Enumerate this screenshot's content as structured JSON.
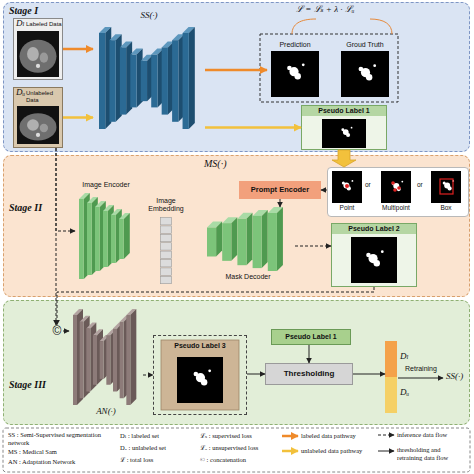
{
  "diagram": {
    "nodes": [
      {
        "text": [
          "Stage I"
        ]
      },
      {
        "text": [
          "Dₗ",
          "Labeled Data"
        ],
        "in": 0
      },
      {
        "text": [
          "Dᵤ",
          "Unlabeled Data"
        ],
        "in": 0
      },
      {
        "text": [
          "SS(·)"
        ],
        "in": 0
      },
      {
        "text": [
          "Prediction"
        ],
        "in": 0
      },
      {
        "text": [
          "Groud Truth"
        ],
        "in": 0
      },
      {
        "text": [
          "Pseudo Label 1"
        ],
        "in": 0
      },
      {
        "text": [
          "Stage II",
          "MS(·)"
        ]
      },
      {
        "text": [
          "Image Encoder"
        ],
        "in": 7
      },
      {
        "text": [
          "Image Embedding"
        ],
        "in": 7
      },
      {
        "text": [
          "Prompt Encoder"
        ],
        "in": 7
      },
      {
        "text": [
          "Mask Decoder"
        ],
        "in": 7
      },
      {
        "text": [
          "Point",
          "or",
          "Multipoint",
          "or",
          "Box"
        ],
        "in": 7
      },
      {
        "text": [
          "Pseudo Label 2"
        ],
        "in": 7
      },
      {
        "text": [
          "Stage III"
        ]
      },
      {
        "text": [
          "©"
        ],
        "in": 14
      },
      {
        "text": [
          "AN(·)"
        ],
        "in": 14
      },
      {
        "text": [
          "Pseudo Label 3"
        ],
        "in": 14
      },
      {
        "text": [
          "Pseudo Label 1"
        ],
        "in": 14
      },
      {
        "text": [
          "Thresholding"
        ],
        "in": 14
      },
      {
        "text": [
          "Dₗ",
          "Dᵤ"
        ],
        "in": 14
      }
    ],
    "edges": [
      {
        "from": 1,
        "to": 3,
        "arrow": "to"
      },
      {
        "from": 3,
        "to": 4,
        "arrow": "to"
      },
      {
        "from": 2,
        "to": 3,
        "arrow": "to"
      },
      {
        "from": 3,
        "to": 6,
        "arrow": "to"
      },
      {
        "from": 6,
        "to": 12,
        "arrow": "to"
      },
      {
        "from": 12,
        "to": 10,
        "arrow": "to"
      },
      {
        "from": 10,
        "to": 11,
        "arrow": "to"
      },
      {
        "from": 11,
        "to": 13,
        "arrow": "to"
      },
      {
        "from": 2,
        "to": 8,
        "arrow": "to"
      },
      {
        "from": 2,
        "to": 15,
        "arrow": "to"
      },
      {
        "from": 13,
        "to": 15,
        "arrow": "to"
      },
      {
        "from": 15,
        "to": 16,
        "arrow": "to"
      },
      {
        "from": 16,
        "to": 17,
        "arrow": "to"
      },
      {
        "from": 17,
        "to": 19,
        "arrow": "to"
      },
      {
        "from": 18,
        "to": 19,
        "arrow": "to"
      },
      {
        "from": 19,
        "to": 20,
        "arrow": "to"
      }
    ],
    "labels": [
      "ℒ = ℒₛ + λ · ℒᵤ",
      "Retraining",
      "SS(·)"
    ],
    "legend": [
      {
        "text": "SS : Semi-Supervised segmentation network"
      },
      {
        "text": "Dₗ : labeled set"
      },
      {
        "text": "ℒₛ : supervised loss"
      },
      {
        "text": "labeled data pathway"
      },
      {
        "text": "inference data flow"
      },
      {
        "text": "MS : Medical Sam"
      },
      {
        "text": "Dᵤ : unlabeled set"
      },
      {
        "text": "ℒᵤ : unsupervised loss"
      },
      {
        "text": "unlabeled data pathway"
      },
      {
        "text": "thresholding and retraining data flow"
      },
      {
        "text": "AN : Adaptation Network"
      },
      {
        "text": "ℒ : total loss"
      },
      {
        "text": "© : concatenation"
      }
    ]
  }
}
